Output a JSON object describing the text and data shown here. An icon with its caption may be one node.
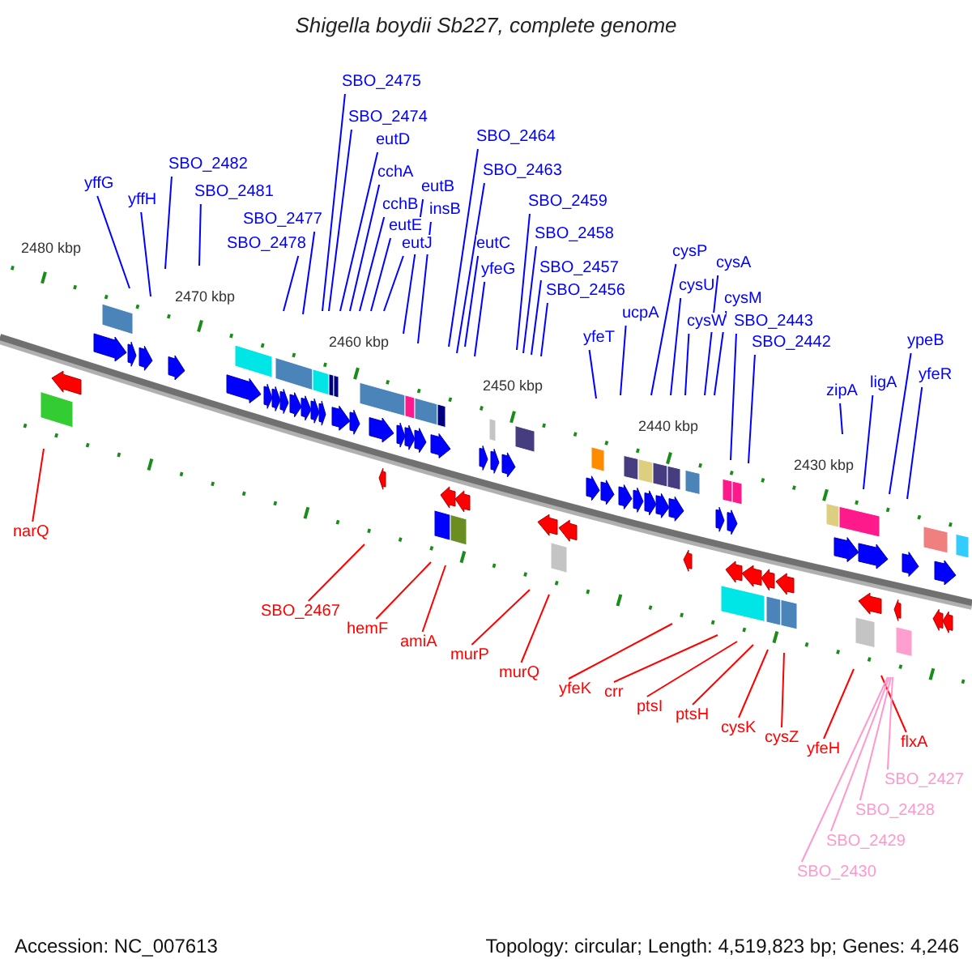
{
  "diagram": {
    "title": "Shigella boydii Sb227, complete genome",
    "nodes": [
      {
        "text": [
          "yffG"
        ]
      },
      {
        "text": [
          "yffH"
        ]
      },
      {
        "text": [
          "SBO_2482"
        ]
      },
      {
        "text": [
          "SBO_2481"
        ]
      },
      {
        "text": [
          "SBO_2478"
        ]
      },
      {
        "text": [
          "SBO_2477"
        ]
      },
      {
        "text": [
          "SBO_2475"
        ]
      },
      {
        "text": [
          "SBO_2474"
        ]
      },
      {
        "text": [
          "eutD"
        ]
      },
      {
        "text": [
          "cchA"
        ]
      },
      {
        "text": [
          "cchB"
        ]
      },
      {
        "text": [
          "eutE"
        ]
      },
      {
        "text": [
          "eutJ"
        ]
      },
      {
        "text": [
          "eutB"
        ]
      },
      {
        "text": [
          "insB"
        ]
      },
      {
        "text": [
          "eutC"
        ]
      },
      {
        "text": [
          "SBO_2464"
        ]
      },
      {
        "text": [
          "SBO_2463"
        ]
      },
      {
        "text": [
          "yfeG"
        ]
      },
      {
        "text": [
          "SBO_2459"
        ]
      },
      {
        "text": [
          "SBO_2458"
        ]
      },
      {
        "text": [
          "SBO_2457"
        ]
      },
      {
        "text": [
          "SBO_2456"
        ]
      },
      {
        "text": [
          "yfeT"
        ]
      },
      {
        "text": [
          "ucpA"
        ]
      },
      {
        "text": [
          "cysP"
        ]
      },
      {
        "text": [
          "cysU"
        ]
      },
      {
        "text": [
          "cysW"
        ]
      },
      {
        "text": [
          "cysA"
        ]
      },
      {
        "text": [
          "cysM"
        ]
      },
      {
        "text": [
          "SBO_2443"
        ]
      },
      {
        "text": [
          "SBO_2442"
        ]
      },
      {
        "text": [
          "zipA"
        ]
      },
      {
        "text": [
          "ligA"
        ]
      },
      {
        "text": [
          "ypeB"
        ]
      },
      {
        "text": [
          "yfeR"
        ]
      },
      {
        "text": [
          "narQ"
        ]
      },
      {
        "text": [
          "SBO_2467"
        ]
      },
      {
        "text": [
          "hemF"
        ]
      },
      {
        "text": [
          "amiA"
        ]
      },
      {
        "text": [
          "murP"
        ]
      },
      {
        "text": [
          "murQ"
        ]
      },
      {
        "text": [
          "yfeK"
        ]
      },
      {
        "text": [
          "crr"
        ]
      },
      {
        "text": [
          "ptsI"
        ]
      },
      {
        "text": [
          "ptsH"
        ]
      },
      {
        "text": [
          "cysK"
        ]
      },
      {
        "text": [
          "cysZ"
        ]
      },
      {
        "text": [
          "yfeH"
        ]
      },
      {
        "text": [
          "flxA"
        ]
      },
      {
        "text": [
          "SBO_2427"
        ]
      },
      {
        "text": [
          "SBO_2428"
        ]
      },
      {
        "text": [
          "SBO_2429"
        ]
      },
      {
        "text": [
          "SBO_2430"
        ]
      }
    ],
    "edges": [
      {
        "from": 0,
        "to": null,
        "arrow": "none"
      },
      {
        "from": 1,
        "to": null,
        "arrow": "none"
      },
      {
        "from": 2,
        "to": null,
        "arrow": "none"
      },
      {
        "from": 3,
        "to": null,
        "arrow": "none"
      },
      {
        "from": 4,
        "to": null,
        "arrow": "none"
      },
      {
        "from": 5,
        "to": null,
        "arrow": "none"
      },
      {
        "from": 6,
        "to": null,
        "arrow": "none"
      },
      {
        "from": 7,
        "to": null,
        "arrow": "none"
      },
      {
        "from": 8,
        "to": null,
        "arrow": "none"
      },
      {
        "from": 9,
        "to": null,
        "arrow": "none"
      },
      {
        "from": 10,
        "to": null,
        "arrow": "none"
      },
      {
        "from": 11,
        "to": null,
        "arrow": "none"
      },
      {
        "from": 12,
        "to": null,
        "arrow": "none"
      },
      {
        "from": 13,
        "to": null,
        "arrow": "none"
      },
      {
        "from": 14,
        "to": null,
        "arrow": "none"
      },
      {
        "from": 15,
        "to": null,
        "arrow": "none"
      },
      {
        "from": 16,
        "to": null,
        "arrow": "none"
      },
      {
        "from": 17,
        "to": null,
        "arrow": "none"
      },
      {
        "from": 18,
        "to": null,
        "arrow": "none"
      },
      {
        "from": 19,
        "to": null,
        "arrow": "none"
      },
      {
        "from": 20,
        "to": null,
        "arrow": "none"
      },
      {
        "from": 21,
        "to": null,
        "arrow": "none"
      },
      {
        "from": 22,
        "to": null,
        "arrow": "none"
      },
      {
        "from": 23,
        "to": null,
        "arrow": "none"
      },
      {
        "from": 24,
        "to": null,
        "arrow": "none"
      },
      {
        "from": 25,
        "to": null,
        "arrow": "none"
      },
      {
        "from": 26,
        "to": null,
        "arrow": "none"
      },
      {
        "from": 27,
        "to": null,
        "arrow": "none"
      },
      {
        "from": 28,
        "to": null,
        "arrow": "none"
      },
      {
        "from": 29,
        "to": null,
        "arrow": "none"
      },
      {
        "from": 30,
        "to": null,
        "arrow": "none"
      },
      {
        "from": 31,
        "to": null,
        "arrow": "none"
      },
      {
        "from": 32,
        "to": null,
        "arrow": "none"
      },
      {
        "from": 33,
        "to": null,
        "arrow": "none"
      },
      {
        "from": 34,
        "to": null,
        "arrow": "none"
      },
      {
        "from": 35,
        "to": null,
        "arrow": "none"
      },
      {
        "from": 36,
        "to": null,
        "arrow": "none",
        "color": "#ff0000"
      },
      {
        "from": 37,
        "to": null,
        "arrow": "none",
        "color": "#ff0000"
      },
      {
        "from": 38,
        "to": null,
        "arrow": "none",
        "color": "#ff0000"
      },
      {
        "from": 39,
        "to": null,
        "arrow": "none",
        "color": "#ff0000"
      },
      {
        "from": 40,
        "to": null,
        "arrow": "none",
        "color": "#ff0000"
      },
      {
        "from": 41,
        "to": null,
        "arrow": "none",
        "color": "#ff0000"
      },
      {
        "from": 42,
        "to": null,
        "arrow": "none",
        "color": "#ff0000"
      },
      {
        "from": 43,
        "to": null,
        "arrow": "none",
        "color": "#ff0000"
      },
      {
        "from": 44,
        "to": null,
        "arrow": "none",
        "color": "#ff0000"
      },
      {
        "from": 45,
        "to": null,
        "arrow": "none",
        "color": "#ff0000"
      },
      {
        "from": 46,
        "to": null,
        "arrow": "none",
        "color": "#ff0000"
      },
      {
        "from": 47,
        "to": null,
        "arrow": "none",
        "color": "#ff0000"
      },
      {
        "from": 48,
        "to": null,
        "arrow": "none",
        "color": "#ff0000"
      },
      {
        "from": 49,
        "to": null,
        "arrow": "none",
        "color": "#ff0000"
      },
      {
        "from": 50,
        "to": null,
        "arrow": "none",
        "color": "#ff99cc"
      },
      {
        "from": 51,
        "to": null,
        "arrow": "none",
        "color": "#ff99cc"
      },
      {
        "from": 52,
        "to": null,
        "arrow": "none",
        "color": "#ff99cc"
      },
      {
        "from": 53,
        "to": null,
        "arrow": "none",
        "color": "#ff99cc"
      }
    ],
    "labels": [
      "2480 kbp",
      "2470 kbp",
      "2460 kbp",
      "2450 kbp",
      "2440 kbp",
      "2430 kbp",
      "Accession: NC_007613",
      "Topology: circular; Length: 4,519,823 bp; Genes: 4,246"
    ]
  }
}
